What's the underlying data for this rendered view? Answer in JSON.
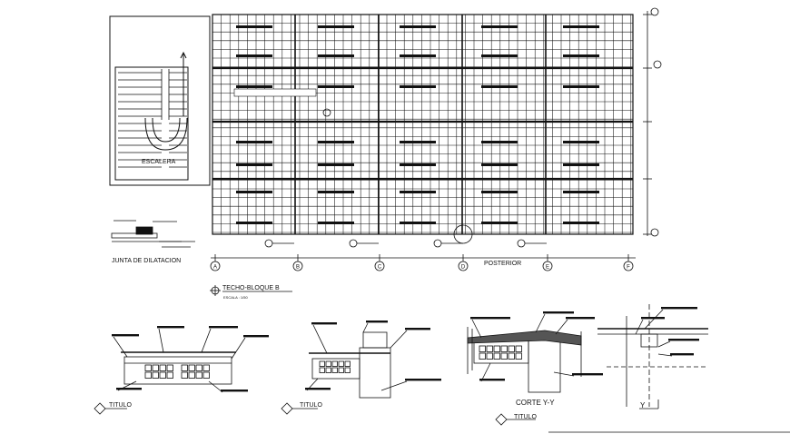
{
  "plan": {
    "stair_label": "ESCALERA",
    "joint_label": "JUNTA DE DILATACION",
    "elevation_label": "POSTERIOR",
    "title": "TECHO-BLOQUE B",
    "subtitle": "ESCALA : 1/50"
  },
  "axis_bubbles": [
    "A",
    "B",
    "C",
    "D",
    "E",
    "F"
  ],
  "details": {
    "detail1_title": "TITULO",
    "detail2_title": "TITULO",
    "section_title": "CORTE Y-Y",
    "detail3_title": "TITULO",
    "axis_marker": "Y"
  },
  "colors": {
    "line": "#111111",
    "background": "#ffffff"
  }
}
